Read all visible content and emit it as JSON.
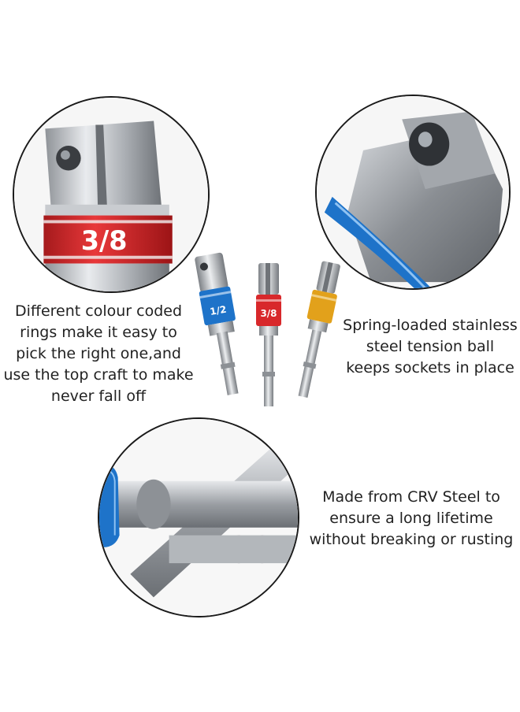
{
  "captions": {
    "left": [
      "Different colour coded",
      "rings make it easy to",
      "pick the right one,and",
      "use the top craft to make",
      "never fall off"
    ],
    "right_top": [
      "Spring-loaded stainless",
      "steel tension ball",
      "keeps sockets in place"
    ],
    "right_bottom": [
      "Made from CRV Steel to",
      "ensure a long lifetime",
      "without breaking or rusting"
    ]
  },
  "ring_labels": {
    "closeup": "3/8",
    "blue": "1/2",
    "red": "3/8"
  },
  "colors": {
    "red_ring": "#d8282b",
    "blue_ring": "#1e73c9",
    "gold_ring": "#e2a11b",
    "steel": "#b9bcc0"
  }
}
